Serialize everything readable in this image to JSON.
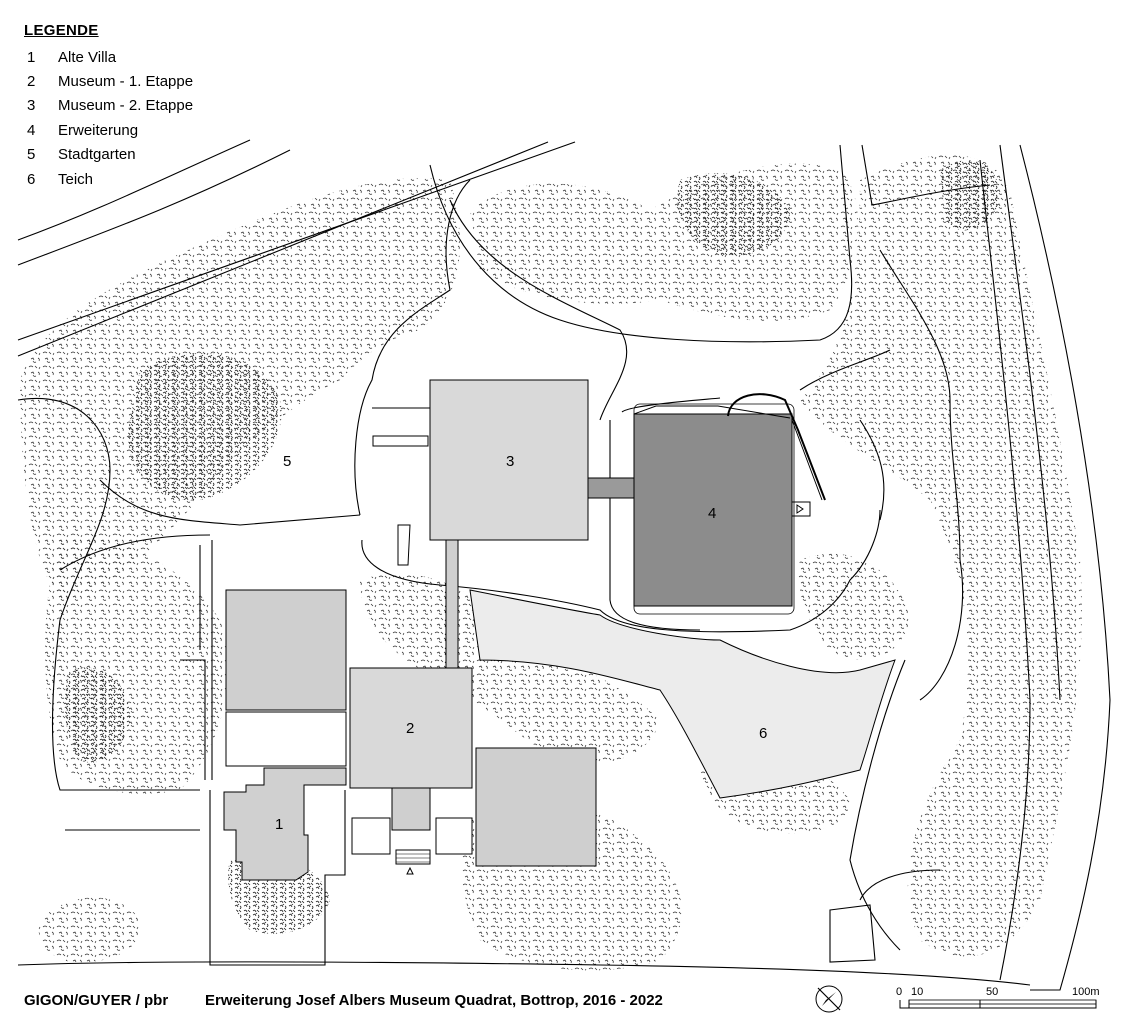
{
  "legend": {
    "title": "LEGENDE",
    "items": [
      {
        "num": "1",
        "label": "Alte Villa"
      },
      {
        "num": "2",
        "label": "Museum - 1. Etappe"
      },
      {
        "num": "3",
        "label": "Museum - 2. Etappe"
      },
      {
        "num": "4",
        "label": "Erweiterung"
      },
      {
        "num": "5",
        "label": "Stadtgarten"
      },
      {
        "num": "6",
        "label": "Teich"
      }
    ]
  },
  "plan_labels": {
    "alte_villa": "1",
    "museum_1": "2",
    "museum_2": "3",
    "erweiterung": "4",
    "stadtgarten": "5",
    "teich": "6"
  },
  "footer": {
    "architects": "GIGON/GUYER / pbr",
    "project": "Erweiterung Josef Albers Museum Quadrat, Bottrop, 2016 - 2022"
  },
  "scale": {
    "ticks": [
      "0",
      "10",
      "50",
      "100m"
    ]
  },
  "colors": {
    "building_light": "#d9d9d9",
    "building_mid": "#cfcfcf",
    "building_dark": "#8c8c8c",
    "pond": "#ececec",
    "line": "#000000",
    "tree": "#2a2a2a"
  },
  "icons": {
    "north": "north-arrow-icon"
  }
}
